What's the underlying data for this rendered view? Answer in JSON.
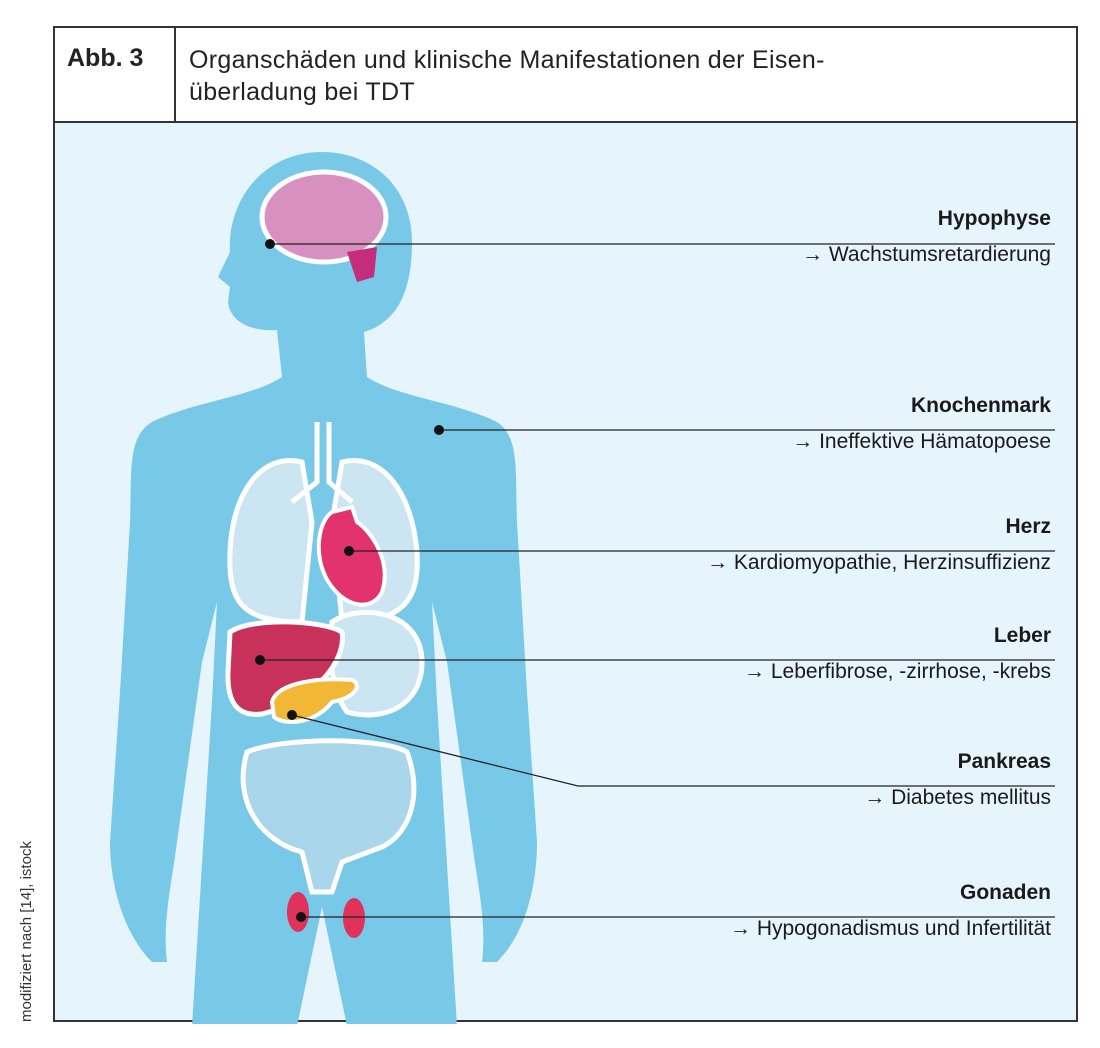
{
  "header": {
    "figure_label": "Abb. 3",
    "title": "Organschäden und klinische Manifestationen der Eisen-überladung bei TDT",
    "title_line1": "Organschäden und klinische Manifestationen der Eisen-",
    "title_line2": "überladung bei TDT"
  },
  "labels": [
    {
      "organ": "Hypophyse",
      "effect": "→ Wachstumsretardierung"
    },
    {
      "organ": "Knochenmark",
      "effect": "→ Ineffektive Hämatopoese"
    },
    {
      "organ": "Herz",
      "effect": "→ Kardiomyopathie, Herzinsuffizienz"
    },
    {
      "organ": "Leber",
      "effect": "→ Leberfibrose, -zirrhose, -krebs"
    },
    {
      "organ": "Pankreas",
      "effect": "→ Diabetes mellitus"
    },
    {
      "organ": "Gonaden",
      "effect": "→ Hypogonadismus und Infertilität"
    }
  ],
  "credit": "modifiziert nach [14], istock",
  "colors": {
    "background": "#e6f4fc",
    "body": "#78c9e8",
    "organ_red": "#c8325a",
    "pancreas": "#f2b735",
    "brain": "#d890c0"
  }
}
